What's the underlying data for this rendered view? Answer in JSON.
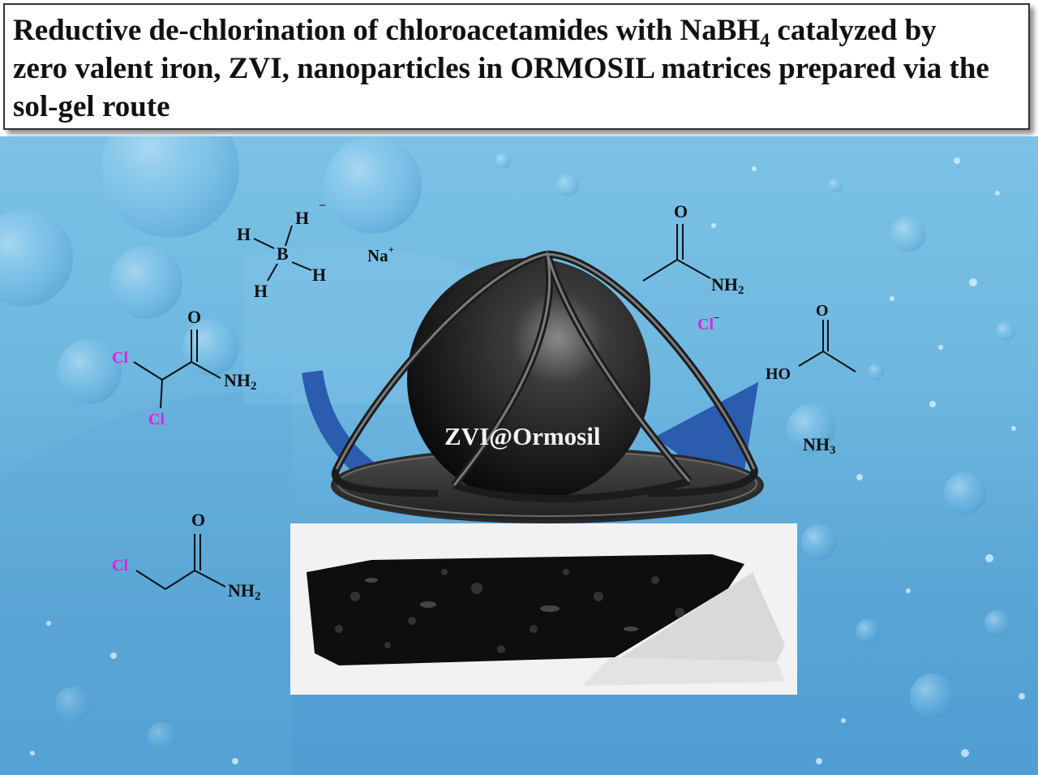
{
  "title": {
    "line1": "Reductive de-chlorination of chloroacetamides with NaBH",
    "line1_sub": "4",
    "line1_end": " catalyzed by",
    "line2": "zero valent iron, ZVI, nanoparticles in ORMOSIL matrices prepared via the",
    "line3": "sol-gel route"
  },
  "catalyst_label": "ZVI@Ormosil",
  "borohydride": {
    "atoms": [
      "H",
      "H",
      "B",
      "H",
      "H"
    ],
    "charge": "−",
    "counterion": "Na",
    "counterion_charge": "+"
  },
  "dichloroacetamide": {
    "o": "O",
    "cl1": "Cl",
    "cl2": "Cl",
    "nh2": "NH",
    "nh2_sub": "2"
  },
  "chloroacetamide": {
    "o": "O",
    "cl": "Cl",
    "nh2": "NH",
    "nh2_sub": "2"
  },
  "acetamide": {
    "o": "O",
    "nh2": "NH",
    "nh2_sub": "2"
  },
  "chloride": {
    "cl": "Cl",
    "charge": "−"
  },
  "acetic_acid": {
    "o": "O",
    "ho": "HO"
  },
  "ammonia": {
    "nh3": "NH",
    "nh3_sub": "3"
  },
  "colors": {
    "chlorine": "#e21ee0",
    "arrow": "#2b5cae",
    "background": "#6fb8e0"
  }
}
